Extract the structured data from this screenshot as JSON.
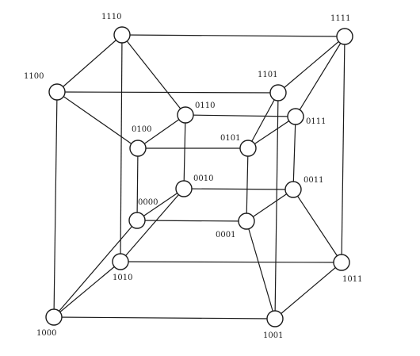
{
  "diagram": {
    "nodes": [
      {
        "id": "1110",
        "label": "1110"
      },
      {
        "id": "1111",
        "label": "1111"
      },
      {
        "id": "1100",
        "label": "1100"
      },
      {
        "id": "1101",
        "label": "1101"
      },
      {
        "id": "0110",
        "label": "0110"
      },
      {
        "id": "0111",
        "label": "0111"
      },
      {
        "id": "0100",
        "label": "0100"
      },
      {
        "id": "0101",
        "label": "0101"
      },
      {
        "id": "0010",
        "label": "0010"
      },
      {
        "id": "0011",
        "label": "0011"
      },
      {
        "id": "0000",
        "label": "0000"
      },
      {
        "id": "0001",
        "label": "0001"
      },
      {
        "id": "1010",
        "label": "1010"
      },
      {
        "id": "1011",
        "label": "1011"
      },
      {
        "id": "1000",
        "label": "1000"
      },
      {
        "id": "1001",
        "label": "1001"
      }
    ],
    "edges": [
      [
        "1000",
        "1001"
      ],
      [
        "1010",
        "1011"
      ],
      [
        "1100",
        "1101"
      ],
      [
        "1110",
        "1111"
      ],
      [
        "1000",
        "1010"
      ],
      [
        "1001",
        "1011"
      ],
      [
        "1100",
        "1110"
      ],
      [
        "1101",
        "1111"
      ],
      [
        "1000",
        "1100"
      ],
      [
        "1001",
        "1101"
      ],
      [
        "1010",
        "1110"
      ],
      [
        "1011",
        "1111"
      ],
      [
        "0000",
        "0001"
      ],
      [
        "0010",
        "0011"
      ],
      [
        "0100",
        "0101"
      ],
      [
        "0110",
        "0111"
      ],
      [
        "0000",
        "0010"
      ],
      [
        "0001",
        "0011"
      ],
      [
        "0100",
        "0110"
      ],
      [
        "0101",
        "0111"
      ],
      [
        "0000",
        "0100"
      ],
      [
        "0001",
        "0101"
      ],
      [
        "0010",
        "0110"
      ],
      [
        "0011",
        "0111"
      ],
      [
        "0000",
        "1000"
      ],
      [
        "0001",
        "1001"
      ],
      [
        "0010",
        "1010"
      ],
      [
        "0011",
        "1011"
      ],
      [
        "0100",
        "1100"
      ],
      [
        "0101",
        "1101"
      ],
      [
        "0110",
        "1110"
      ],
      [
        "0111",
        "1111"
      ]
    ]
  }
}
